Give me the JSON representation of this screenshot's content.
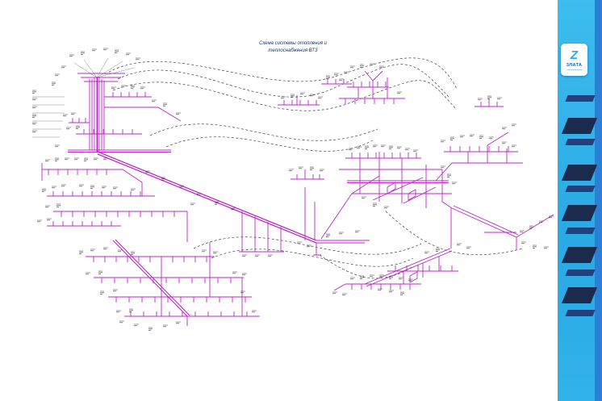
{
  "title": {
    "line1": "Схема системы отопления и",
    "line2": "теплоснабжения ВТЗ"
  },
  "logo": {
    "letter": "Z",
    "name": "ЗЛАТА"
  },
  "colors": {
    "pipe_magenta": "#bb29c4",
    "dashed_link": "#444444",
    "side_band_blue": "#2aa9e4",
    "edge_strip_blue": "#2d7fd6",
    "chevron_navy": "#1b2b4d",
    "title_text": "#16356e",
    "logo_blue": "#2aa9e1",
    "logo_name_blue": "#1566b0"
  }
}
